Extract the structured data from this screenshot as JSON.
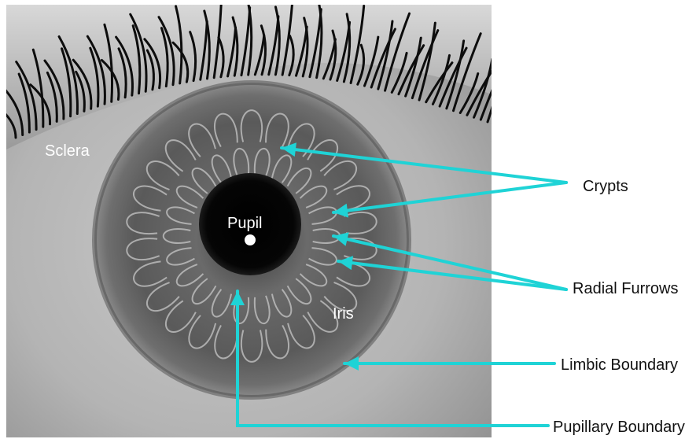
{
  "photo_labels": {
    "sclera": "Sclera",
    "pupil": "Pupil",
    "iris": "Iris"
  },
  "callout_labels": {
    "crypts": "Crypts",
    "radial_furrows": "Radial Furrows",
    "limbic_boundary": "Limbic Boundary",
    "pupillary_boundary": "Pupillary Boundary"
  },
  "colors": {
    "arrow": "#1fd3d6",
    "photo_text": "#ffffff",
    "callout_text": "#111111"
  }
}
